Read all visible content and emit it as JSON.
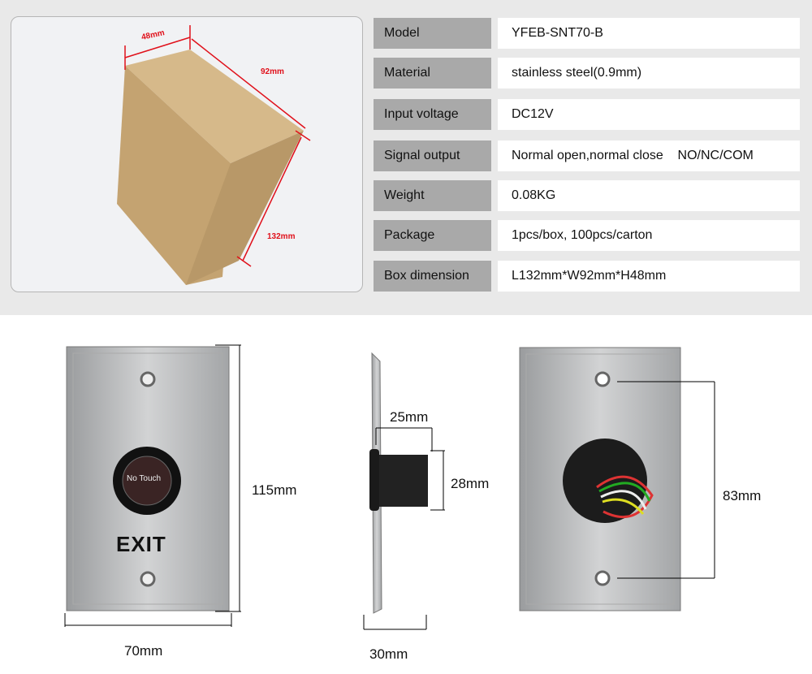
{
  "box_photo": {
    "dim_h": "48mm",
    "dim_w": "92mm",
    "dim_l": "132mm"
  },
  "specs": [
    {
      "label": "Model",
      "value": "YFEB-SNT70-B"
    },
    {
      "label": "Material",
      "value": "stainless steel(0.9mm)"
    },
    {
      "label": "Input voltage",
      "value": "DC12V"
    },
    {
      "label": "Signal output",
      "value": "Normal open,normal close    NO/NC/COM"
    },
    {
      "label": "Weight",
      "value": "0.08KG"
    },
    {
      "label": "Package",
      "value": "1pcs/box, 100pcs/carton"
    },
    {
      "label": "Box dimension",
      "value": "L132mm*W92mm*H48mm"
    }
  ],
  "front": {
    "button_text": "No Touch",
    "exit_text": "EXIT",
    "height": "115mm",
    "width": "70mm"
  },
  "side": {
    "depth": "25mm",
    "diameter": "28mm",
    "thickness": "30mm"
  },
  "back": {
    "hole_spacing": "83mm"
  }
}
